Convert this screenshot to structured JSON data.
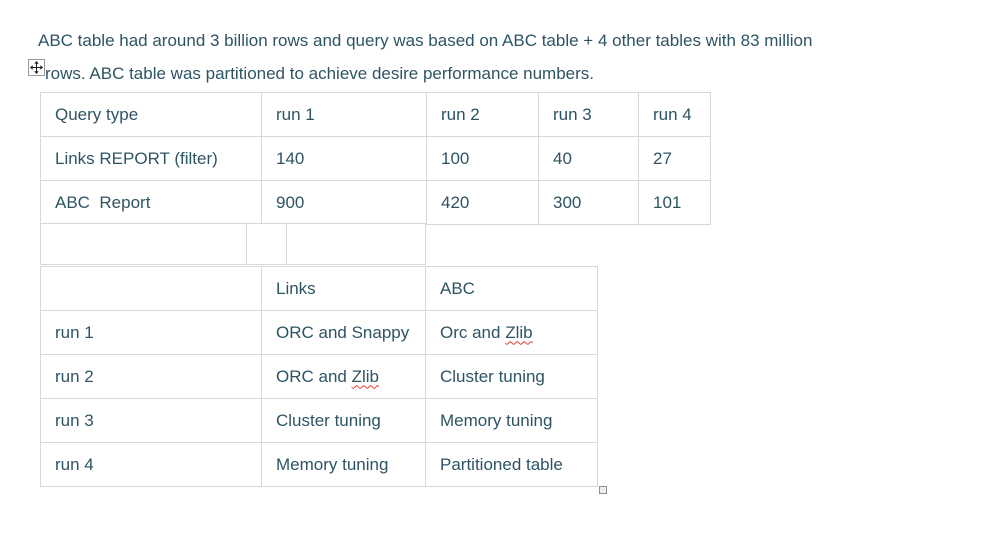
{
  "theme": {
    "background": "#ffffff",
    "text_color": "#2e5463",
    "table_border_color": "#d8d8d8",
    "spellcheck_underline_color": "#e23b2e"
  },
  "paragraph": {
    "line1": "ABC table had around 3 billion rows and query was based on ABC table + 4 other tables with 83 million",
    "line2": "rows. ABC table was partitioned to achieve desire performance numbers."
  },
  "icons": {
    "move_handle": "table-move-handle-icon",
    "resize_handle": "table-resize-handle"
  },
  "performance_table": {
    "headers": [
      "Query type",
      "run 1",
      "run 2",
      "run 3",
      "run 4"
    ],
    "rows": [
      {
        "label": "Links REPORT (filter)",
        "values": [
          "140",
          "100",
          "40",
          "27"
        ]
      },
      {
        "label": "ABC  Report",
        "values": [
          "900",
          "420",
          "300",
          "101"
        ]
      }
    ]
  },
  "spacer_row": {
    "cells": [
      "",
      "",
      ""
    ]
  },
  "tuning_table": {
    "headers": [
      "",
      "Links",
      "ABC"
    ],
    "rows": [
      {
        "run": "run 1",
        "links_text": "ORC and Snappy",
        "abc_prefix": "Orc and ",
        "abc_misspelled": "Zlib"
      },
      {
        "run": "run 2",
        "links_prefix": "ORC and ",
        "links_misspelled": "Zlib",
        "abc_text": "Cluster tuning"
      },
      {
        "run": "run 3",
        "links_text": "Cluster tuning",
        "abc_text": "Memory tuning"
      },
      {
        "run": "run 4",
        "links_text": "Memory tuning",
        "abc_text": "Partitioned table"
      }
    ]
  }
}
